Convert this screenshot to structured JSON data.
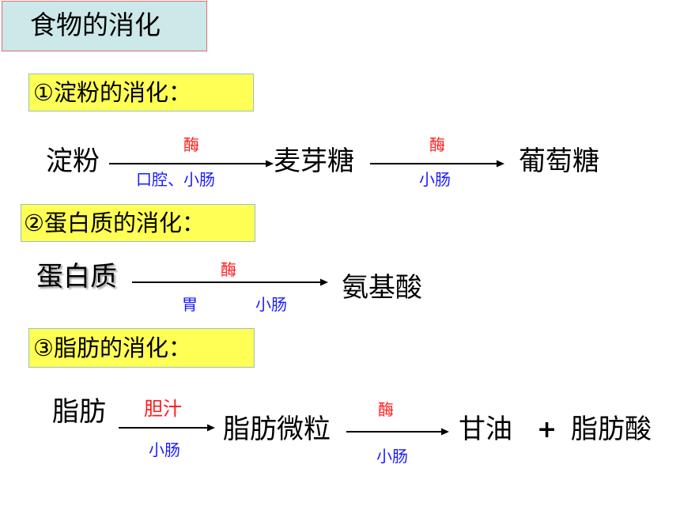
{
  "title": "食物的消化",
  "sections": [
    {
      "heading": "①淀粉的消化：",
      "steps": [
        {
          "from": "淀粉",
          "enzyme": "酶",
          "site": "口腔、小肠",
          "to": "麦芽糖"
        },
        {
          "enzyme": "酶",
          "site": "小肠",
          "to": "葡萄糖"
        }
      ]
    },
    {
      "heading": "②蛋白质的消化：",
      "from": "蛋白质",
      "enzyme": "酶",
      "site_1": "胃",
      "site_2": "小肠",
      "to": "氨基酸"
    },
    {
      "heading": "③脂肪的消化：",
      "steps": [
        {
          "from": "脂肪",
          "agent": "胆汁",
          "site": "小肠",
          "to": "脂肪微粒"
        },
        {
          "enzyme": "酶",
          "site": "小肠",
          "products": [
            "甘油",
            "+",
            "脂肪酸"
          ]
        }
      ]
    }
  ],
  "colors": {
    "title_background": "#cce8e8",
    "title_border": "#e06a6a",
    "section_background": "#ffff55",
    "enzyme_text": "#ff1a1a",
    "site_text": "#1a1aff"
  }
}
